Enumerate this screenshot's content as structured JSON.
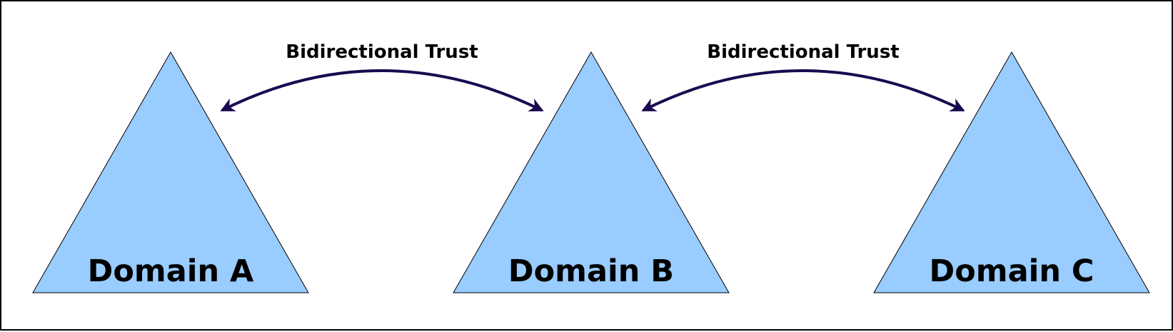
{
  "diagram": {
    "domains": [
      {
        "label": "Domain A"
      },
      {
        "label": "Domain B"
      },
      {
        "label": "Domain C"
      }
    ],
    "trusts": [
      {
        "label": "Bidirectional Trust",
        "from": 0,
        "to": 1,
        "direction": "both"
      },
      {
        "label": "Bidirectional Trust",
        "from": 1,
        "to": 2,
        "direction": "both"
      }
    ],
    "colors": {
      "domain_fill": "#99CCFF",
      "arrow": "#1A0A4F"
    }
  }
}
